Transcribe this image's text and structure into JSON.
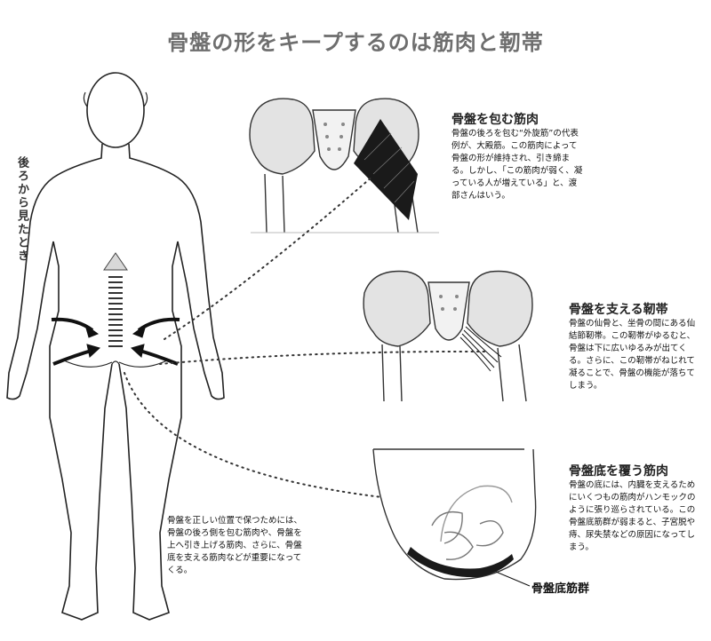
{
  "title": "骨盤の形をキープするのは筋肉と靭帯",
  "side_label": "後ろから見たとき",
  "sections": [
    {
      "heading": "骨盤を包む筋肉",
      "text": "骨盤の後ろを包む“外旋筋”の代表例が、大殿筋。この筋肉によって骨盤の形が維持され、引き締まる。しかし、「この筋肉が弱く、凝っている人が増えている」と、渡部さんはいう。"
    },
    {
      "heading": "骨盤を支える靭帯",
      "text": "骨盤の仙骨と、坐骨の間にある仙結節靭帯。この靭帯がゆるむと、骨盤は下に広いゆるみが出てくる。さらに、この靭帯がねじれて凝ることで、骨盤の機能が落ちてしまう。"
    },
    {
      "heading": "骨盤底を覆う筋肉",
      "text": "骨盤の底には、内臓を支えるためにいくつもの筋肉がハンモックのように張り巡らされている。この骨盤底筋群が弱まると、子宮脱や痔、尿失禁などの原因になってしまう。"
    }
  ],
  "figure_note": "骨盤を正しい位置で保つためには、骨盤の後ろ側を包む筋肉や、骨盤を上へ引き上げる筋肉、さらに、骨盤底を支える筋肉などが重要になってくる。",
  "callout": "骨盤底筋群"
}
